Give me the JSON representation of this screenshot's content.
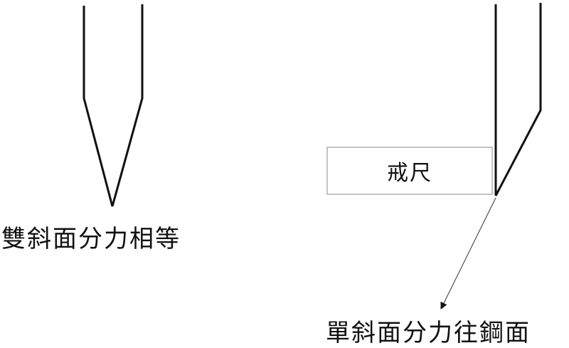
{
  "double_bevel": {
    "label": "雙斜面分力相等"
  },
  "single_bevel": {
    "label": "單斜面分力往鋼面"
  },
  "ruler": {
    "label": "戒尺"
  },
  "colors": {
    "blade_stroke": "#111111",
    "ruler_border": "#888888",
    "arrow": "#333333",
    "background": "#ffffff"
  }
}
